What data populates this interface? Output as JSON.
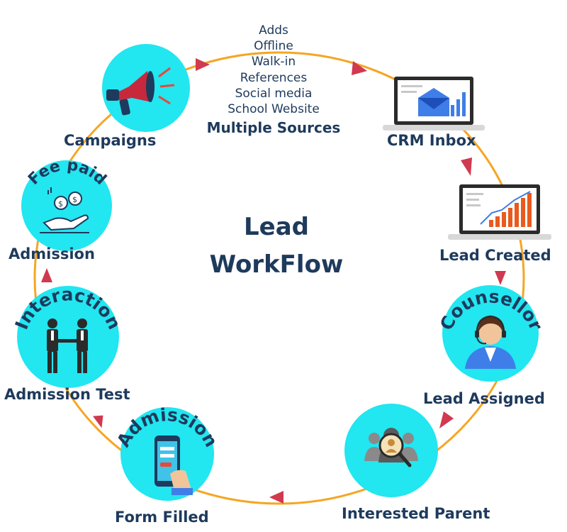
{
  "center_title": [
    "Lead",
    "WorkFlow"
  ],
  "sources": {
    "items": [
      "Adds",
      "Offline",
      "Walk-in",
      "References",
      "Social media",
      "School Website"
    ],
    "title": "Multiple Sources"
  },
  "stages": {
    "campaigns": "Campaigns",
    "crm_inbox": "CRM Inbox",
    "lead_created": "Lead Created",
    "lead_assigned": "Lead Assigned",
    "interested_parent": "Interested Parent",
    "form_filled": "Form Filled",
    "admission_test": "Admission Test",
    "admission": "Admission"
  },
  "circle_texts": {
    "counsellor": "Counsellor",
    "admission": "Admission",
    "interaction": "Interaction",
    "fee_paid": "Fee paid"
  },
  "colors": {
    "circle": "#22e6f0",
    "ring": "#f5a623",
    "arrow": "#d0394f",
    "text": "#1e3a5c"
  },
  "icons": [
    "megaphone-icon",
    "crm-inbox-laptop-icon",
    "growth-chart-laptop-icon",
    "counsellor-headset-icon",
    "search-people-icon",
    "mobile-form-icon",
    "handshake-icon",
    "money-hand-icon"
  ]
}
